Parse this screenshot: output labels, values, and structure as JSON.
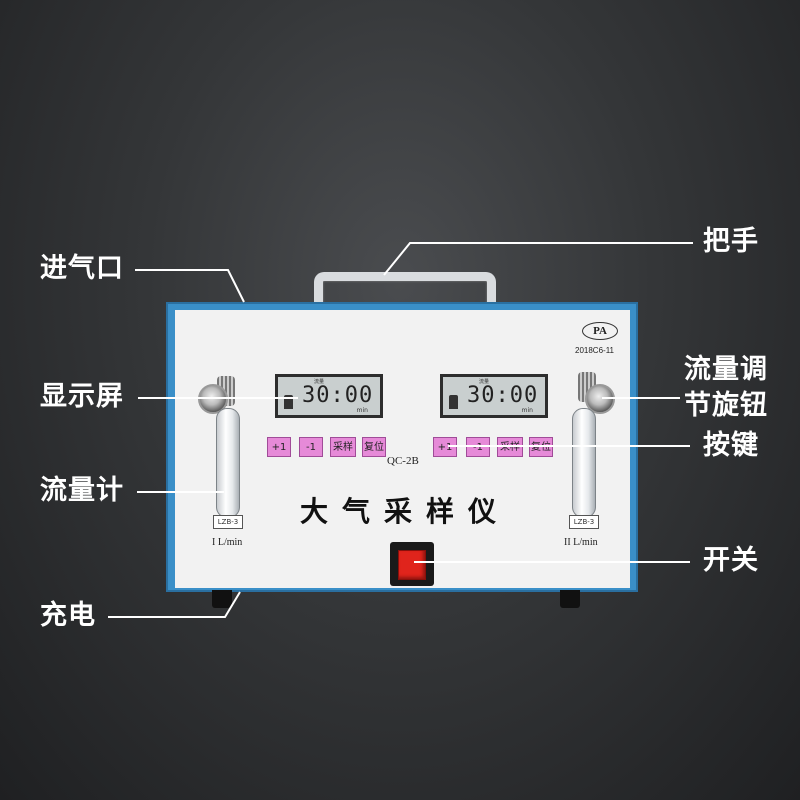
{
  "callouts": {
    "inlet": "进气口",
    "display": "显示屏",
    "flowmeter": "流量计",
    "charge": "充电",
    "handle": "把手",
    "flow_knob_line1": "流量调",
    "flow_knob_line2": "节旋钮",
    "keys": "按键",
    "switch": "开关"
  },
  "device": {
    "brand_mark": "PA",
    "cert_code": "2018C6-11",
    "model": "QC-2B",
    "title": "大气采样仪",
    "left_display": {
      "time": "30:00",
      "unit": "min",
      "tag": "流量"
    },
    "right_display": {
      "time": "30:00",
      "unit": "min",
      "tag": "流量"
    },
    "buttons": [
      "+1",
      "-1",
      "采样",
      "复位"
    ],
    "flowmeter_tag": "LZB-3",
    "left_meter_label": "I  L/min",
    "right_meter_label": "II L/min"
  },
  "colors": {
    "case": "#3a8fc8",
    "button": "#e68ad8",
    "switch": "#e0241c"
  }
}
